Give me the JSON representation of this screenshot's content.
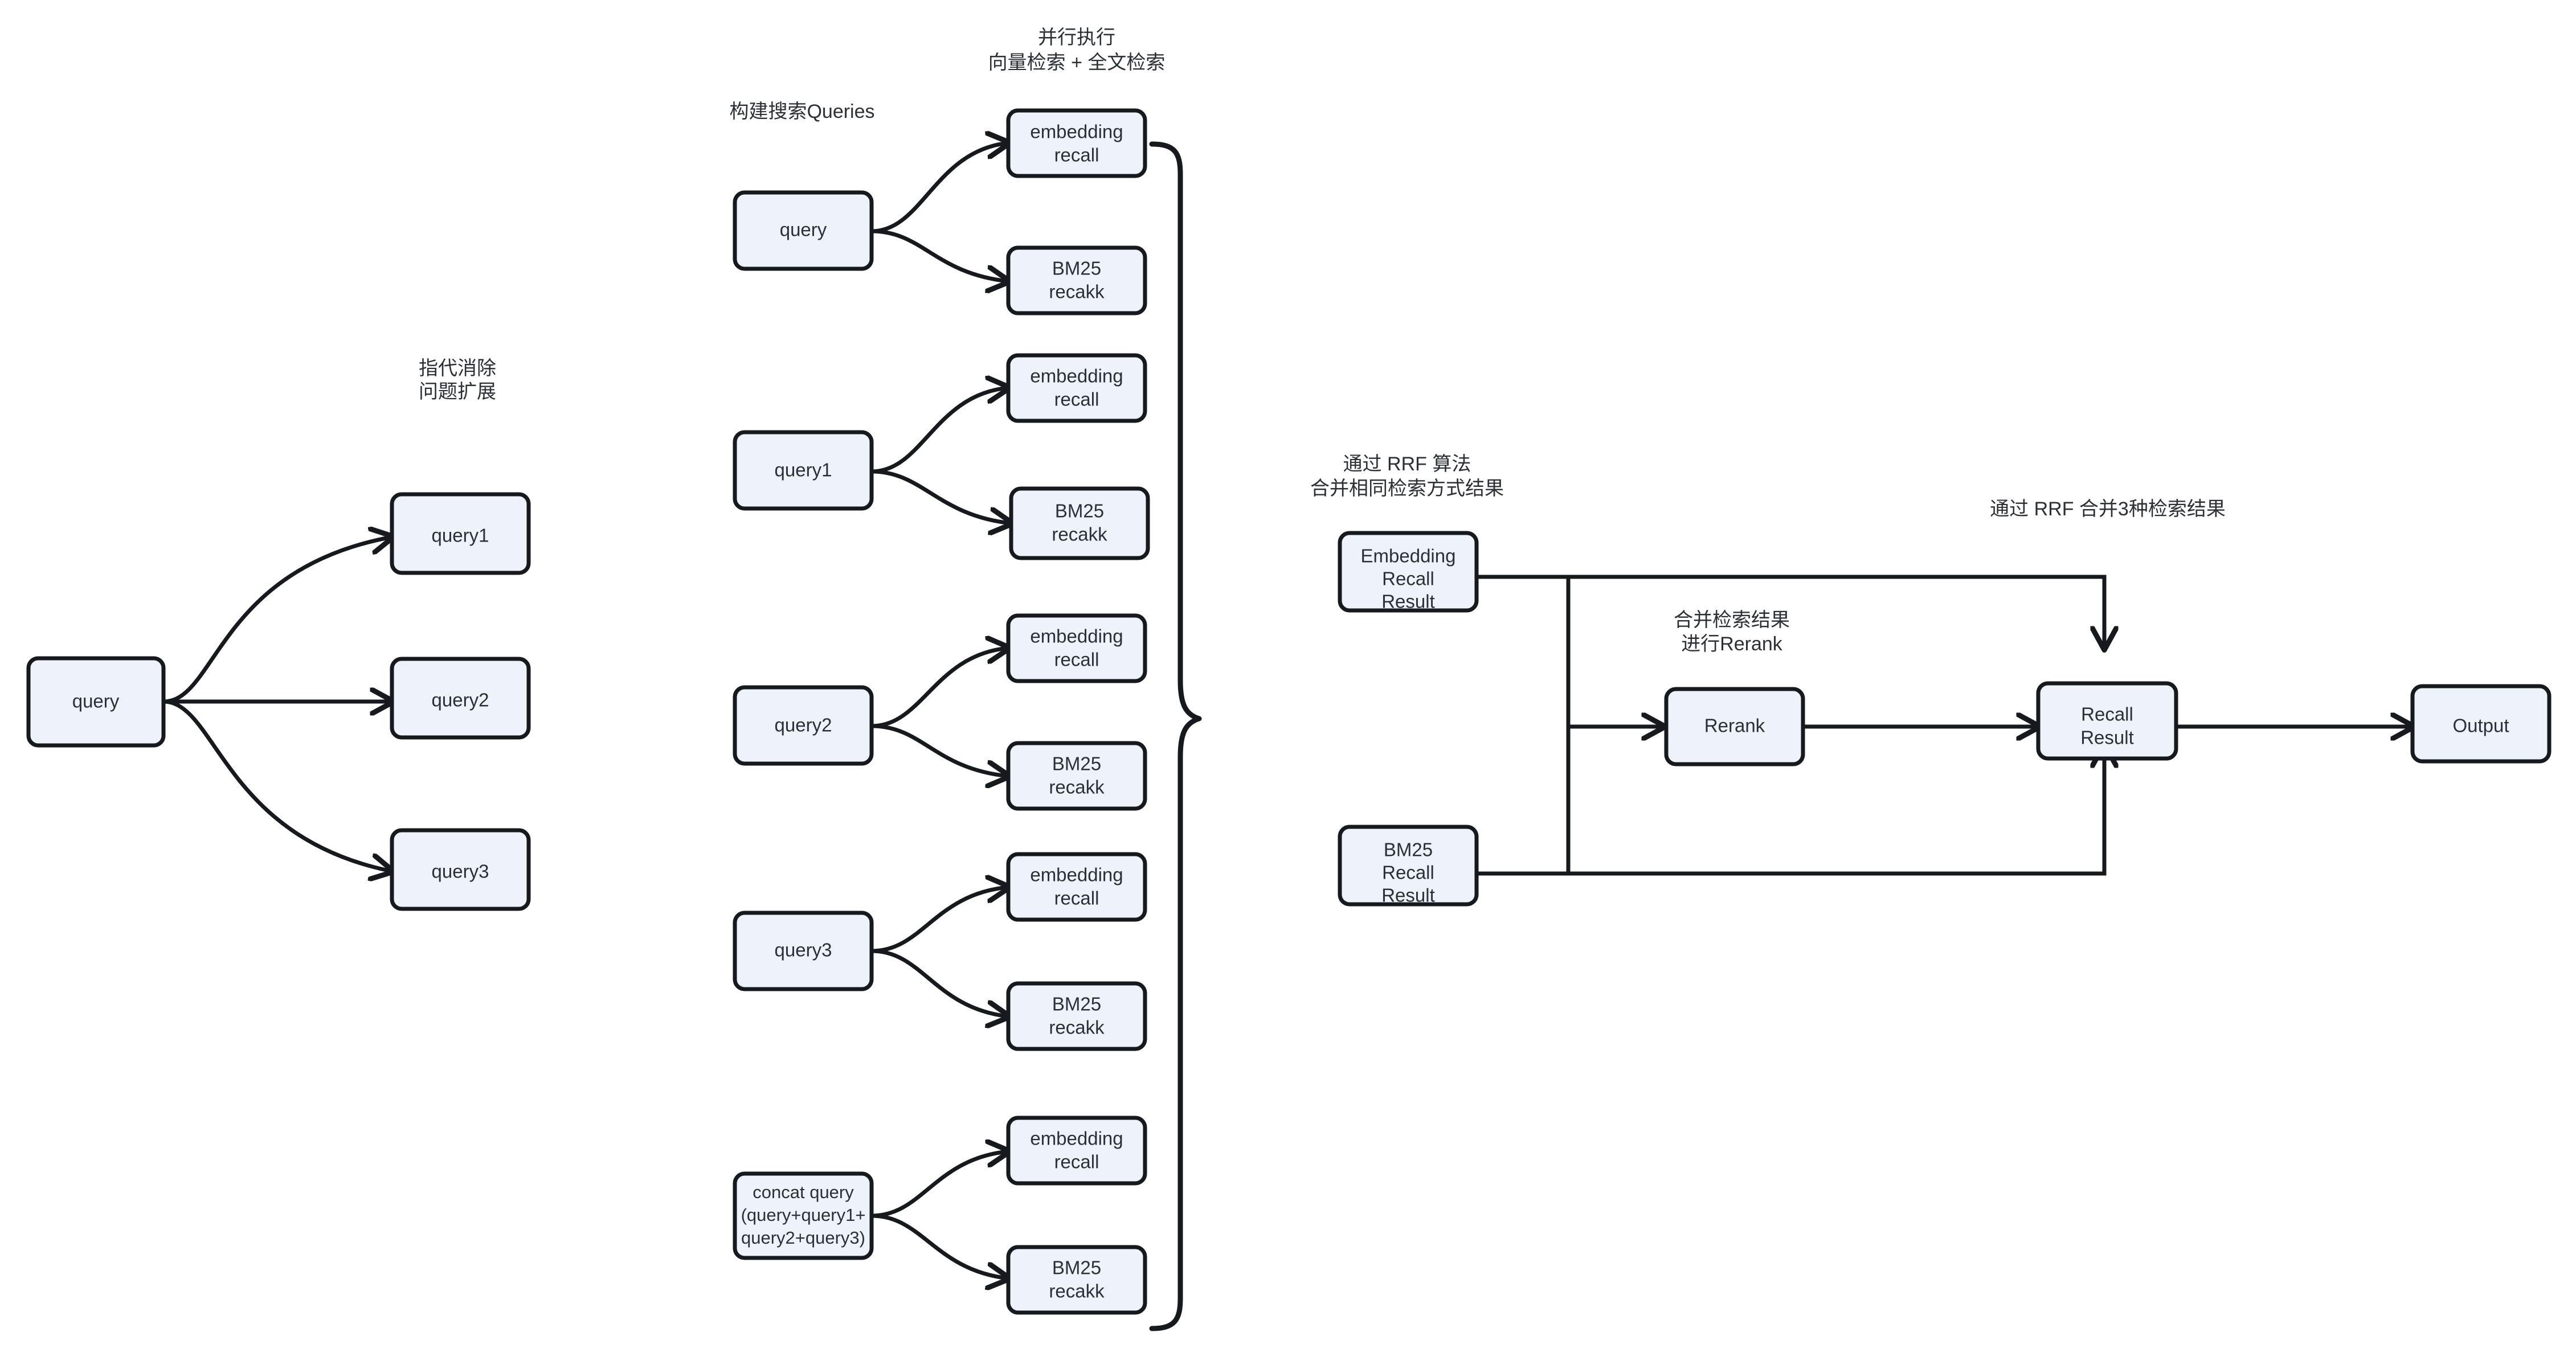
{
  "diagram": {
    "title": "RAG hybrid retrieval pipeline",
    "colors": {
      "node_fill": "#EEF2FB",
      "node_stroke": "#16191D",
      "text": "#2B2F36",
      "background": "#FFFFFF"
    },
    "annotations": {
      "coref_expand_line1": "指代消除",
      "coref_expand_line2": "问题扩展",
      "build_queries": "构建搜索Queries",
      "parallel_line1": "并行执行",
      "parallel_line2": "向量检索 + 全文检索",
      "rrf_same_line1": "通过 RRF 算法",
      "rrf_same_line2": "合并相同检索方式结果",
      "merge_rerank_line1": "合并检索结果",
      "merge_rerank_line2": "进行Rerank",
      "rrf_three": "通过 RRF 合并3种检索结果"
    },
    "stage1": {
      "input": "query",
      "outputs": [
        "query1",
        "query2",
        "query3"
      ]
    },
    "stage2": {
      "groups": [
        {
          "source": "query",
          "source_lines": [
            "query"
          ],
          "targets": [
            "embedding\nrecall",
            "BM25\nrecakk"
          ]
        },
        {
          "source": "query1",
          "source_lines": [
            "query1"
          ],
          "targets": [
            "embedding\nrecall",
            "BM25\nrecakk"
          ]
        },
        {
          "source": "query2",
          "source_lines": [
            "query2"
          ],
          "targets": [
            "embedding\nrecall",
            "BM25\nrecakk"
          ]
        },
        {
          "source": "query3",
          "source_lines": [
            "query3"
          ],
          "targets": [
            "embedding\nrecall",
            "BM25\nrecakk"
          ]
        },
        {
          "source": "concat query (query+query1+query2+query3)",
          "source_lines": [
            "concat query",
            "(query+query1+",
            "query2+query3)"
          ],
          "targets": [
            "embedding\nrecall",
            "BM25\nrecakk"
          ]
        }
      ],
      "recall_labels": {
        "embedding_line1": "embedding",
        "embedding_line2": "recall",
        "bm25_line1": "BM25",
        "bm25_line2": "recakk"
      }
    },
    "stage3": {
      "embedding_recall_result": [
        "Embedding",
        "Recall",
        "Result"
      ],
      "bm25_recall_result": [
        "BM25",
        "Recall",
        "Result"
      ],
      "rerank": "Rerank",
      "recall_result": [
        "Recall",
        "Result"
      ],
      "output": "Output"
    }
  }
}
